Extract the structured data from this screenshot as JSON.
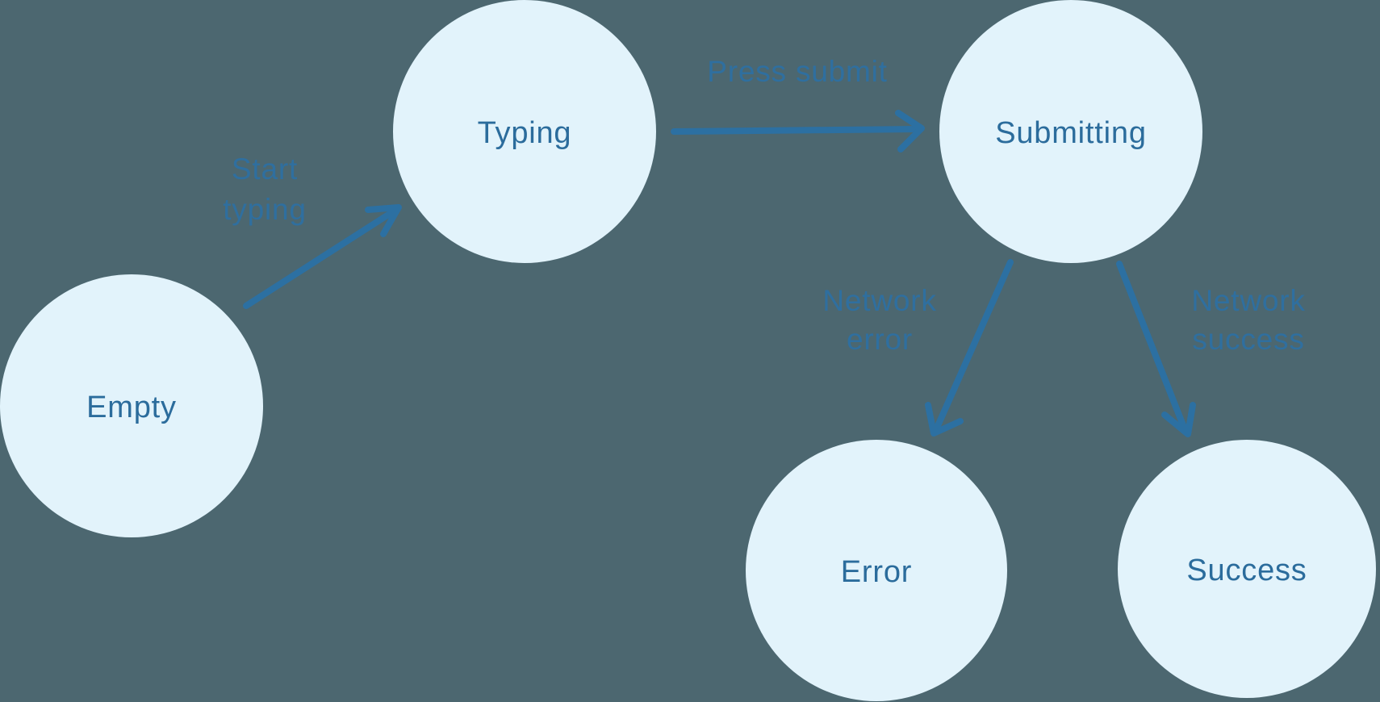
{
  "diagram": {
    "type": "state-machine",
    "theme": {
      "background": "#4C6770",
      "node_fill": "#E2F3FB",
      "node_text_color": "#2B6C9C",
      "edge_color": "#2C70A2",
      "edge_label_color": "#2F6F9F"
    },
    "nodes": [
      {
        "id": "empty",
        "label": "Empty"
      },
      {
        "id": "typing",
        "label": "Typing"
      },
      {
        "id": "submitting",
        "label": "Submitting"
      },
      {
        "id": "error",
        "label": "Error"
      },
      {
        "id": "success",
        "label": "Success"
      }
    ],
    "edges": [
      {
        "id": "start-typing",
        "from": "empty",
        "to": "typing",
        "label": "Start typing",
        "label_lines": [
          "Start",
          "typing"
        ]
      },
      {
        "id": "press-submit",
        "from": "typing",
        "to": "submitting",
        "label": "Press submit",
        "label_lines": [
          "Press submit"
        ]
      },
      {
        "id": "network-error",
        "from": "submitting",
        "to": "error",
        "label": "Network error",
        "label_lines": [
          "Network",
          "error"
        ]
      },
      {
        "id": "network-success",
        "from": "submitting",
        "to": "success",
        "label": "Network success",
        "label_lines": [
          "Network",
          "success"
        ]
      }
    ]
  }
}
